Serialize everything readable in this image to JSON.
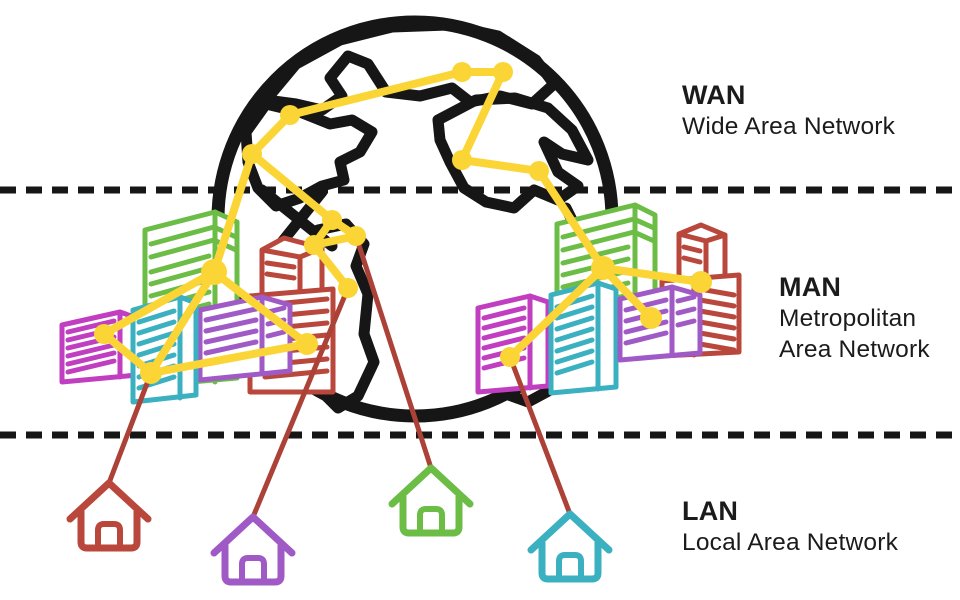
{
  "diagram": {
    "zones": [
      {
        "id": "wan",
        "acronym": "WAN",
        "name_lines": [
          "Wide Area Network"
        ]
      },
      {
        "id": "man",
        "acronym": "MAN",
        "name_lines": [
          "Metropolitan",
          "Area Network"
        ]
      },
      {
        "id": "lan",
        "acronym": "LAN",
        "name_lines": [
          "Local Area Network"
        ]
      }
    ],
    "figures": {
      "globe": "earth-globe-line-art",
      "city_clusters": 2,
      "houses": [
        "red",
        "purple",
        "green",
        "cyan"
      ]
    }
  },
  "palette": {
    "yellow": "#FBD535",
    "black": "#161616",
    "red": "#B9473C",
    "red_line": "#AC4237",
    "green": "#6CBD45",
    "cyan": "#3AB0C1",
    "magenta": "#C13EC1",
    "purple": "#A05AC6",
    "text": "#1B1B1B",
    "background": "#FFFFFF"
  }
}
